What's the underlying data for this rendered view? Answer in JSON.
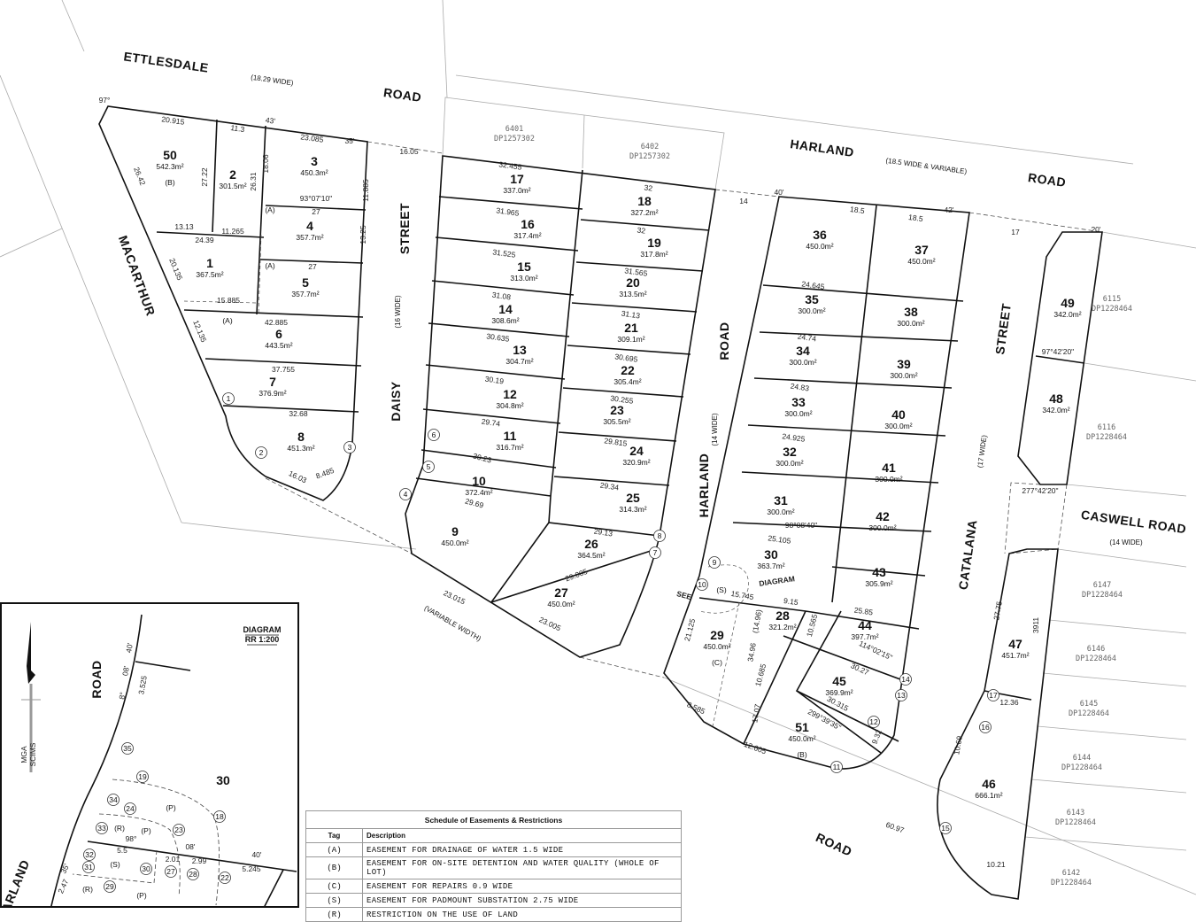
{
  "roads": [
    {
      "name": "ETTLESDALE",
      "kind": "name"
    },
    {
      "name": "(18.29 WIDE)",
      "kind": "width"
    },
    {
      "name": "ROAD",
      "kind": "name"
    },
    {
      "name": "HARLAND",
      "kind": "name"
    },
    {
      "name": "(18.5 WIDE & VARIABLE)",
      "kind": "width"
    },
    {
      "name": "ROAD",
      "kind": "name"
    },
    {
      "name": "MACARTHUR",
      "kind": "name"
    },
    {
      "name": "DAISY",
      "kind": "name"
    },
    {
      "name": "STREET",
      "kind": "name"
    },
    {
      "name": "(16 WIDE)",
      "kind": "width"
    },
    {
      "name": "HARLAND",
      "kind": "name"
    },
    {
      "name": "ROAD",
      "kind": "name"
    },
    {
      "name": "(14 WIDE)",
      "kind": "width"
    },
    {
      "name": "CATALANA",
      "kind": "name"
    },
    {
      "name": "STREET",
      "kind": "name"
    },
    {
      "name": "(17 WIDE)",
      "kind": "width"
    },
    {
      "name": "CASWELL ROAD",
      "kind": "name"
    },
    {
      "name": "(14 WIDE)",
      "kind": "width"
    },
    {
      "name": "ROAD",
      "kind": "name"
    },
    {
      "name": "(VARIABLE WIDTH)",
      "kind": "width"
    }
  ],
  "lots": [
    {
      "no": "50",
      "area": "542.3m²",
      "tag": "(B)"
    },
    {
      "no": "2",
      "area": "301.5m²"
    },
    {
      "no": "3",
      "area": "450.3m²"
    },
    {
      "no": "4",
      "area": "357.7m²"
    },
    {
      "no": "1",
      "area": "367.5m²"
    },
    {
      "no": "5",
      "area": "357.7m²"
    },
    {
      "no": "6",
      "area": "443.5m²"
    },
    {
      "no": "7",
      "area": "376.9m²"
    },
    {
      "no": "8",
      "area": "451.3m²"
    },
    {
      "no": "9",
      "area": "450.0m²"
    },
    {
      "no": "10",
      "area": "372.4m²"
    },
    {
      "no": "11",
      "area": "316.7m²"
    },
    {
      "no": "12",
      "area": "304.8m²"
    },
    {
      "no": "13",
      "area": "304.7m²"
    },
    {
      "no": "14",
      "area": "308.6m²"
    },
    {
      "no": "15",
      "area": "313.0m²"
    },
    {
      "no": "16",
      "area": "317.4m²"
    },
    {
      "no": "17",
      "area": "337.0m²"
    },
    {
      "no": "18",
      "area": "327.2m²"
    },
    {
      "no": "19",
      "area": "317.8m²"
    },
    {
      "no": "20",
      "area": "313.5m²"
    },
    {
      "no": "21",
      "area": "309.1m²"
    },
    {
      "no": "22",
      "area": "305.4m²"
    },
    {
      "no": "23",
      "area": "305.5m²"
    },
    {
      "no": "24",
      "area": "320.9m²"
    },
    {
      "no": "25",
      "area": "314.3m²"
    },
    {
      "no": "26",
      "area": "364.5m²"
    },
    {
      "no": "27",
      "area": "450.0m²"
    },
    {
      "no": "28",
      "area": "321.2m²"
    },
    {
      "no": "29",
      "area": "450.0m²",
      "tag": "(C)"
    },
    {
      "no": "30",
      "area": "363.7m²"
    },
    {
      "no": "31",
      "area": "300.0m²"
    },
    {
      "no": "32",
      "area": "300.0m²"
    },
    {
      "no": "33",
      "area": "300.0m²"
    },
    {
      "no": "34",
      "area": "300.0m²"
    },
    {
      "no": "35",
      "area": "300.0m²"
    },
    {
      "no": "36",
      "area": "450.0m²"
    },
    {
      "no": "37",
      "area": "450.0m²"
    },
    {
      "no": "38",
      "area": "300.0m²"
    },
    {
      "no": "39",
      "area": "300.0m²"
    },
    {
      "no": "40",
      "area": "300.0m²"
    },
    {
      "no": "41",
      "area": "300.0m²"
    },
    {
      "no": "42",
      "area": "300.0m²"
    },
    {
      "no": "43",
      "area": "305.9m²"
    },
    {
      "no": "44",
      "area": "397.7m²"
    },
    {
      "no": "45",
      "area": "369.9m²"
    },
    {
      "no": "46",
      "area": "666.1m²"
    },
    {
      "no": "47",
      "area": "451.7m²"
    },
    {
      "no": "48",
      "area": "342.0m²"
    },
    {
      "no": "49",
      "area": "342.0m²"
    },
    {
      "no": "51",
      "area": "450.0m²",
      "tag": "(B)"
    }
  ],
  "adjoining_lots": [
    {
      "lot": "6401",
      "dp": "DP1257302"
    },
    {
      "lot": "6402",
      "dp": "DP1257302"
    },
    {
      "lot": "6115",
      "dp": "DP1228464"
    },
    {
      "lot": "6116",
      "dp": "DP1228464"
    },
    {
      "lot": "6147",
      "dp": "DP1228464"
    },
    {
      "lot": "6146",
      "dp": "DP1228464"
    },
    {
      "lot": "6145",
      "dp": "DP1228464"
    },
    {
      "lot": "6144",
      "dp": "DP1228464"
    },
    {
      "lot": "6143",
      "dp": "DP1228464"
    },
    {
      "lot": "6142",
      "dp": "DP1228464"
    }
  ],
  "dimensions": [
    "20.915",
    "11.3",
    "43'",
    "23.085",
    "26.42",
    "27.22",
    "26.31",
    "18.06",
    "11.885",
    "24.39",
    "13.13",
    "11.265",
    "20.135",
    "15.885",
    "93°07'10\"",
    "27",
    "13.25",
    "27",
    "42.885",
    "12.135",
    "37.755",
    "32.68",
    "16.03",
    "8.485",
    "32.455",
    "31.965",
    "31.525",
    "31.08",
    "30.635",
    "30.19",
    "29.74",
    "30.23",
    "29.69",
    "23.015",
    "23.005",
    "32",
    "32",
    "31.565",
    "31.13",
    "30.695",
    "30.255",
    "29.815",
    "29.34",
    "29.13",
    "29.005",
    "25.105",
    "24.925",
    "24.83",
    "24.74",
    "24.645",
    "18.5",
    "18.5",
    "25.85",
    "30.27",
    "30.315",
    "12.605",
    "60.97",
    "27.75",
    "10.69",
    "12.36",
    "10.21",
    "3911",
    "98°08'40\"",
    "97°42'20\"",
    "277°42'20\"",
    "97°",
    "35'",
    "16.05",
    "14",
    "17",
    "40'",
    "42'",
    "20'",
    "15.745",
    "(14.96)",
    "34.96",
    "9.15",
    "10.565",
    "10.685",
    "17.07",
    "21.125",
    "8.585",
    "9.32",
    "114°02'15\"",
    "299°39'35\""
  ],
  "easement_markers": [
    {
      "label": "(A)"
    },
    {
      "label": "(A)"
    },
    {
      "label": "(A)"
    },
    {
      "label": "(S)"
    }
  ],
  "see_diagram": {
    "see": "SEE",
    "diagram": "DIAGRAM"
  },
  "stations": [
    "1",
    "2",
    "3",
    "4",
    "5",
    "6",
    "7",
    "8",
    "9",
    "10",
    "11",
    "12",
    "13",
    "14",
    "15",
    "16",
    "17"
  ],
  "schedule": {
    "title": "Schedule of Easements & Restrictions",
    "col_tag": "Tag",
    "col_desc": "Description",
    "rows": [
      {
        "tag": "(A)",
        "desc": "EASEMENT FOR DRAINAGE OF WATER 1.5 WIDE"
      },
      {
        "tag": "(B)",
        "desc": "EASEMENT FOR ON-SITE DETENTION AND WATER QUALITY (WHOLE OF LOT)"
      },
      {
        "tag": "(C)",
        "desc": "EASEMENT FOR REPAIRS 0.9 WIDE"
      },
      {
        "tag": "(S)",
        "desc": "EASEMENT FOR PADMOUNT SUBSTATION 2.75 WIDE"
      },
      {
        "tag": "(R)",
        "desc": "RESTRICTION ON THE USE OF LAND"
      }
    ]
  },
  "diagram": {
    "title": "DIAGRAM",
    "scale": "RR 1:200",
    "north_mga": "MGA",
    "north_scims": "SCIMS",
    "road": "ROAD",
    "harland": "ARLAND",
    "lot": "30",
    "dims": [
      "40'",
      "08'",
      "8°",
      "3.525",
      "98°",
      "5.5",
      "08'",
      "40'",
      "2.01",
      "2.99",
      "5.245",
      "35'",
      "2.47"
    ],
    "stations": [
      "35",
      "19",
      "34",
      "24",
      "18",
      "33",
      "23",
      "32",
      "31",
      "30",
      "27",
      "28",
      "22",
      "29"
    ],
    "tags": [
      "(P)",
      "(R)",
      "(P)",
      "(S)",
      "(R)",
      "(P)"
    ]
  }
}
